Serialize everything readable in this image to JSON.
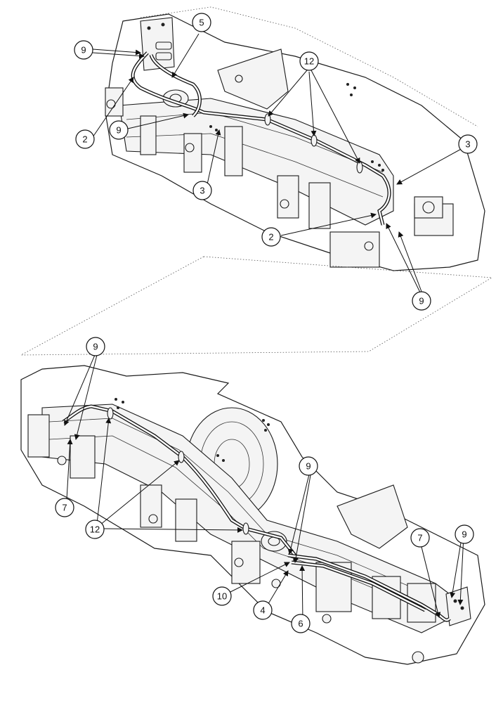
{
  "callouts": {
    "c1": "9",
    "c2": "5",
    "c3": "12",
    "c4": "2",
    "c5": "9",
    "c6": "3",
    "c7": "3",
    "c8": "2",
    "c9": "9",
    "c10": "9",
    "c11": "7",
    "c12": "12",
    "c13": "9",
    "c14": "7",
    "c15": "9",
    "c16": "10",
    "c17": "4",
    "c18": "6"
  }
}
